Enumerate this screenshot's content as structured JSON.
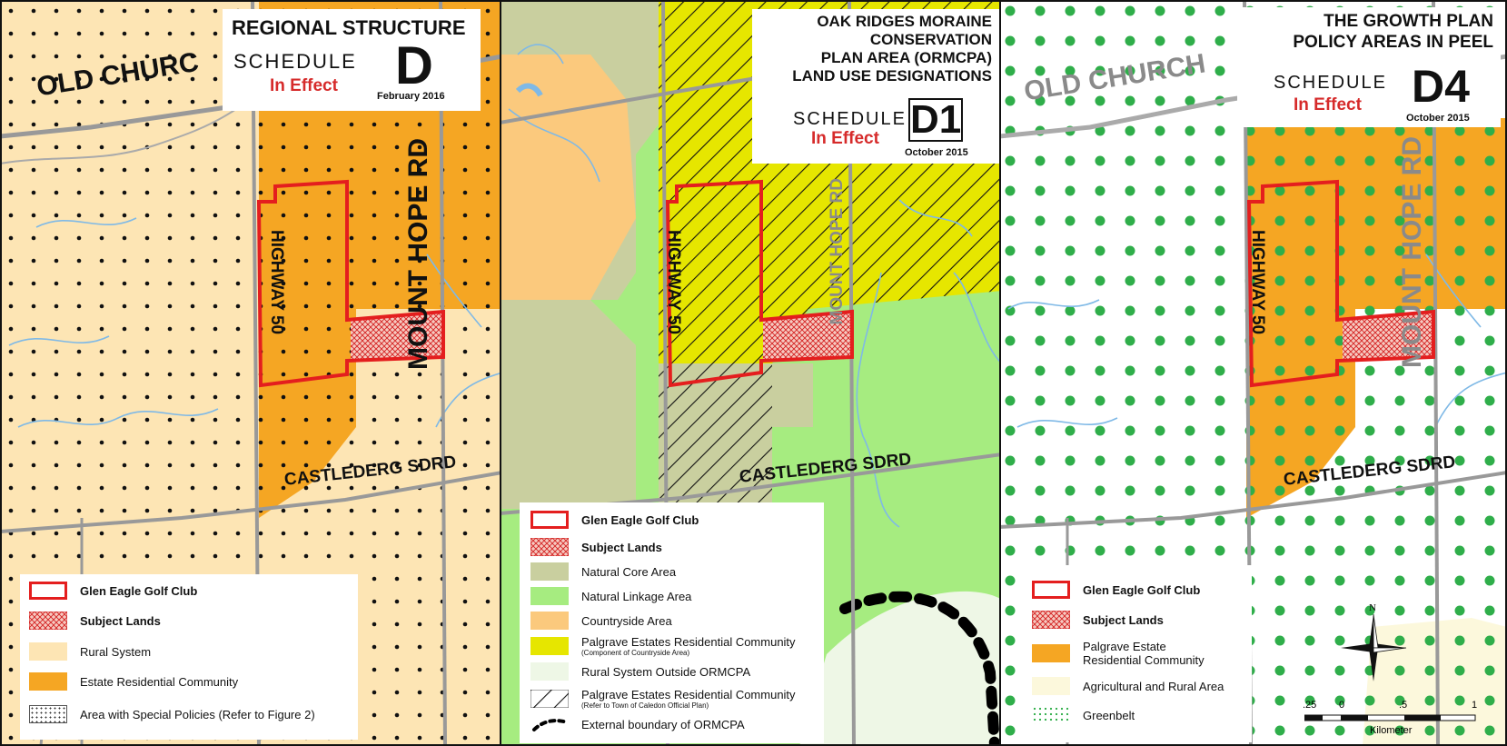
{
  "colors": {
    "rural_system": "#fde5b4",
    "estate_residential": "#f5a623",
    "subject_red": "#e41e1e",
    "natural_core": "#c9cf9f",
    "natural_linkage": "#a6ec80",
    "countryside": "#fbc97d",
    "palgrave_yellow": "#e6e600",
    "rural_outside": "#eef7e6",
    "greenbelt_dot": "#2fae4a",
    "agri_rural": "#fcf8dc"
  },
  "panel_d": {
    "title": "REGIONAL STRUCTURE",
    "schedule_word": "SCHEDULE",
    "schedule_letter": "D",
    "status": "In Effect",
    "date": "February 2016",
    "roads": {
      "old_church": "OLD CHURC",
      "highway": "HIGHWAY 50",
      "mount_hope": "MOUNT HOPE RD",
      "castlederg": "CASTLEDERG SDRD"
    },
    "legend": [
      {
        "label": "Glen Eagle Golf Club",
        "swatch": "outline"
      },
      {
        "label": "Subject Lands",
        "swatch": "hatch-red"
      },
      {
        "label": "Rural System",
        "swatch": "rural"
      },
      {
        "label": "Estate Residential Community",
        "swatch": "estate"
      },
      {
        "label": "Area with Special Policies (Refer to Figure 2)",
        "swatch": "dotted"
      }
    ]
  },
  "panel_d1": {
    "title_lines": [
      "OAK RIDGES MORAINE",
      "CONSERVATION",
      "PLAN AREA (ORMCPA)",
      "LAND USE DESIGNATIONS"
    ],
    "schedule_word": "SCHEDULE",
    "schedule_letter": "D1",
    "status": "In Effect",
    "date": "October 2015",
    "roads": {
      "highway": "HIGHWAY 50",
      "mount_hope": "MOUNT HOPE RD",
      "castlederg": "CASTLEDERG SDRD"
    },
    "legend": [
      {
        "label": "Glen Eagle Golf Club",
        "swatch": "outline"
      },
      {
        "label": "Subject Lands",
        "swatch": "hatch-red"
      },
      {
        "label": "Natural Core Area",
        "swatch": "core"
      },
      {
        "label": "Natural Linkage Area",
        "swatch": "linkage"
      },
      {
        "label": "Countryside Area",
        "swatch": "countryside"
      },
      {
        "label": "Palgrave Estates Residential Community",
        "sub": "(Component of Countryside Area)",
        "swatch": "yellow"
      },
      {
        "label": "Rural System Outside ORMCPA",
        "swatch": "outside"
      },
      {
        "label": "Palgrave Estates Residential Community",
        "sub": "(Refer to Town of Caledon Official Plan)",
        "swatch": "diag"
      },
      {
        "label": "External boundary of ORMCPA",
        "swatch": "boundary"
      }
    ]
  },
  "panel_d4": {
    "title_lines": [
      "THE GROWTH PLAN",
      "POLICY AREAS IN PEEL"
    ],
    "schedule_word": "SCHEDULE",
    "schedule_letter": "D4",
    "status": "In Effect",
    "date": "October 2015",
    "roads": {
      "old_church": "OLD CHURCH",
      "highway": "HIGHWAY 50",
      "mount_hope": "MOUNT HOPE RD",
      "castlederg": "CASTLEDERG SDRD"
    },
    "legend": [
      {
        "label": "Glen Eagle Golf Club",
        "swatch": "outline"
      },
      {
        "label": "Subject Lands",
        "swatch": "hatch-red"
      },
      {
        "label": "Palgrave Estate Residential Community",
        "swatch": "estate"
      },
      {
        "label": "Agricultural and Rural Area",
        "swatch": "agri"
      },
      {
        "label": "Greenbelt",
        "swatch": "greenbelt"
      }
    ],
    "scale": {
      "ticks": [
        ".25",
        "0",
        ".5",
        "1"
      ],
      "unit": "Kilometer",
      "north": "N"
    }
  }
}
